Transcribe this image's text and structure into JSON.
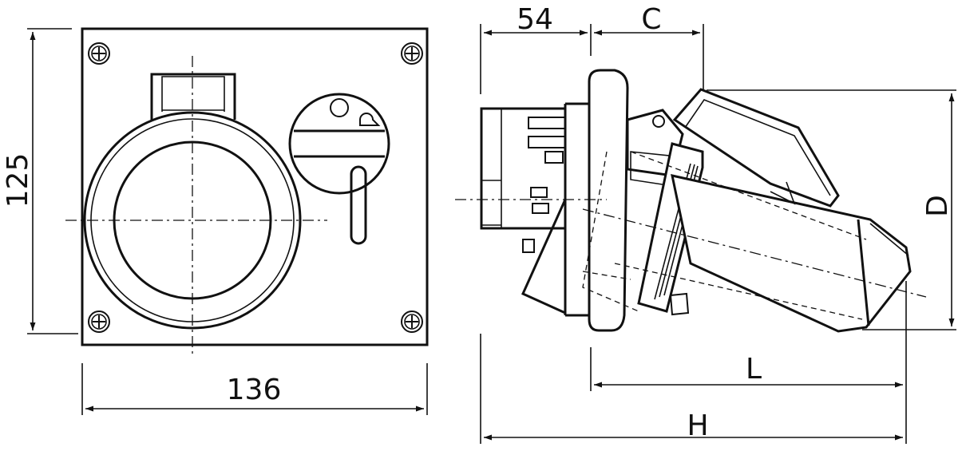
{
  "drawing": {
    "front_view": {
      "dim_width": "136",
      "dim_height": "125"
    },
    "side_view": {
      "dim_top_left": "54",
      "dim_top_right": "C",
      "dim_right": "D",
      "dim_bottom_inner": "L",
      "dim_bottom_outer": "H"
    }
  }
}
